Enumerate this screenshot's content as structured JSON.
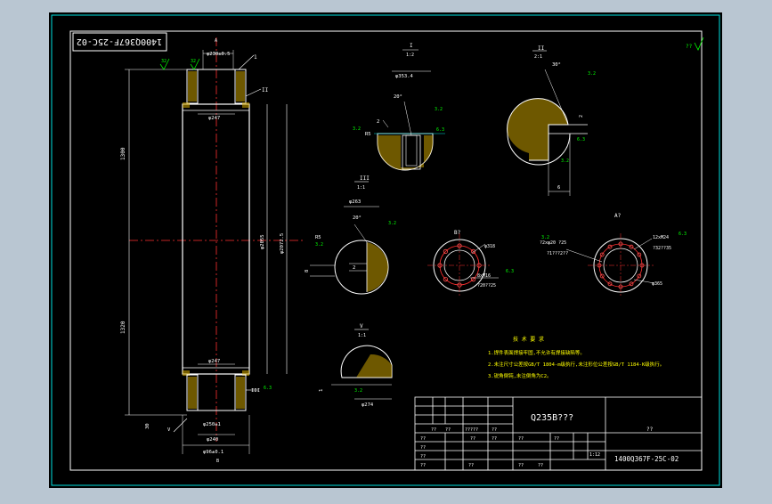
{
  "drawing": {
    "title_block_code_rotated": "1400Q367F-25C-02",
    "material": "Q235B???",
    "drawing_number": "1400Q367F-25C-02",
    "scale": "1:12",
    "unit_label": "??",
    "roughness_overall": "??",
    "roughness_main": "32"
  },
  "main_view": {
    "dim_top_bore": "φ230±0.5",
    "dim_top_label": "1",
    "dim_section_ii": "II",
    "dim_inner": "φ247",
    "dim_len_upper": "1300",
    "dim_len_lower": "1320",
    "dim_dia_main": "φ2055",
    "dim_dia_outer": "φ2072.5",
    "dim_inner_bottom": "φ247",
    "dim_bottom_bore": "φ250±1",
    "dim_bottom_small": "φ240",
    "dim_bottom_width": "φ96±0.1",
    "label_iii": "III",
    "label_v": "V",
    "label_a": "A",
    "label_b": "B",
    "dim_30": "30",
    "roughness_63": "6.3"
  },
  "detail_i": {
    "title": "I",
    "scale": "1:2",
    "dim_top": "φ353.4",
    "dim_angle": "20°",
    "dim_r": "R5",
    "dim_2": "2",
    "roughness": "3.2",
    "roughness_b": "6.3",
    "roughness_c": "3.2"
  },
  "detail_ii": {
    "title": "II",
    "scale": "2:1",
    "dim_angle": "30°",
    "dim_6": "6",
    "dim_2": "2",
    "roughness": "3.2",
    "roughness_b": "6.3",
    "roughness_c": "3.2"
  },
  "detail_iii": {
    "title": "III",
    "scale": "1:1",
    "dim_top": "φ263",
    "dim_angle": "20°",
    "dim_r": "R5",
    "dim_8": "8",
    "dim_2": "2",
    "roughness": "3.2",
    "roughness_b": "3.2"
  },
  "view_b": {
    "title": "B?",
    "dim_dia": "φ318",
    "dim_holes": "8xM16",
    "note": "?20??25",
    "roughness": "6.3"
  },
  "view_a": {
    "title": "A?",
    "dim_holes": "12xM24",
    "note_holes": "?32??35",
    "dim_left": "?2xφ20 ?25",
    "note_left": "?1???2??",
    "dim_dia": "φ365",
    "roughness": "6.3",
    "roughness_b": "3.2"
  },
  "detail_v": {
    "title": "V",
    "scale": "1:1",
    "dim_dia": "φ274",
    "dim_1": "1",
    "roughness": "3.2"
  },
  "notes": {
    "heading": "技 术 要 求",
    "line1": "1.焊件表面焊接牢固,不允许有焊接缺陷等。",
    "line2": "2.未注尺寸公差按GB/T 1804-m级执行,未注形位公差按GB/T 1184-K级执行。",
    "line3": "3.锐角倒钝,未注倒角为C2。"
  },
  "title_block": {
    "cells": [
      "??",
      "??",
      "??",
      "?????",
      "??",
      "??",
      "??",
      "??",
      "??",
      "??",
      "??",
      "??",
      "??",
      "??",
      "??"
    ]
  }
}
